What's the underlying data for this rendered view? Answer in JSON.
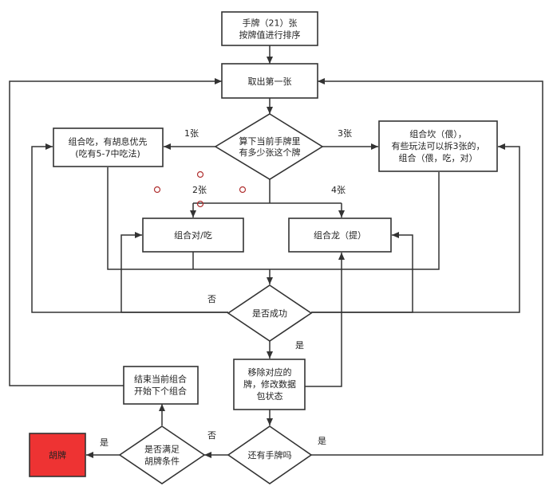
{
  "nodes": {
    "start": [
      "手牌（21）张",
      "按牌值进行排序"
    ],
    "take_first": [
      "取出第一张"
    ],
    "count_check": [
      "算下当前手牌里",
      "有多少张这个牌"
    ],
    "combo_chi": [
      "组合吃，有胡息优先",
      "(吃有5-7中吃法)"
    ],
    "combo_kan": [
      "组合坎（偎），",
      "有些玩法可以拆3张的，",
      "组合（偎，吃，对）"
    ],
    "combo_dui": [
      "组合对/吃"
    ],
    "combo_long": [
      "组合龙（提）"
    ],
    "success_check": [
      "是否成功"
    ],
    "remove_cards": [
      "移除对应的",
      "牌，修改数据",
      "包状态"
    ],
    "end_combo": [
      "结束当前组合",
      "开始下个组合"
    ],
    "has_cards": [
      "还有手牌吗"
    ],
    "hu_check": [
      "是否满足",
      "胡牌条件"
    ],
    "hu": [
      "胡牌"
    ]
  },
  "edge_labels": {
    "one": "1张",
    "two": "2张",
    "three": "3张",
    "four": "4张",
    "no_success": "否",
    "yes_success": "是",
    "yes_has_cards": "是",
    "no_has_cards": "否",
    "yes_hu": "是"
  },
  "colors": {
    "hu_fill": "#ee3333",
    "marker_circle": "#b03030"
  }
}
